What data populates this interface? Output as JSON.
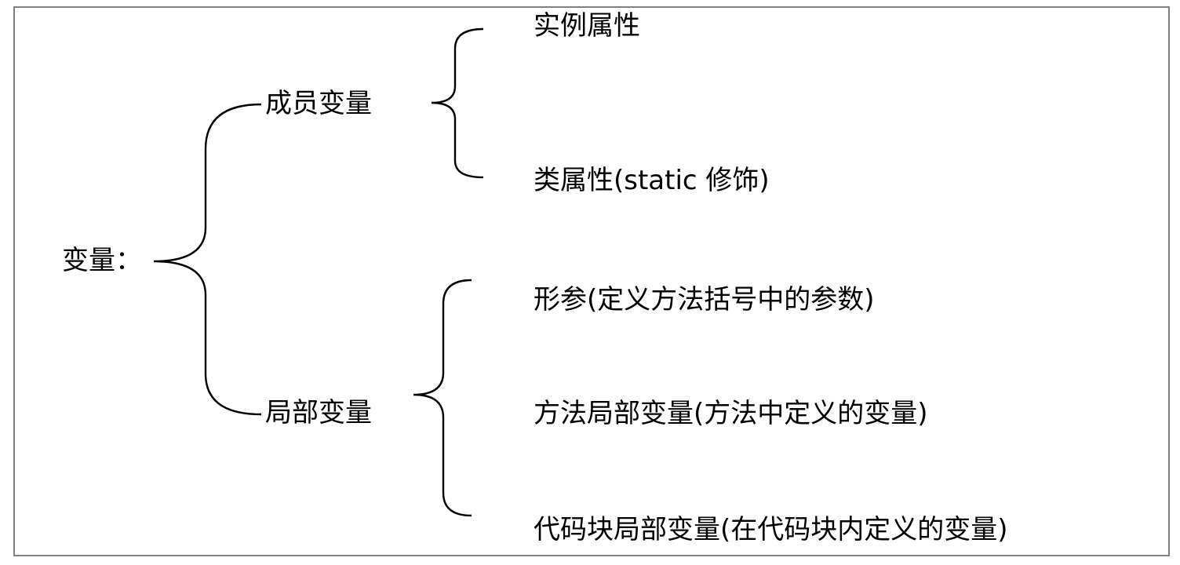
{
  "diagram": {
    "root": {
      "label": "变量："
    },
    "branches": [
      {
        "label": "成员变量",
        "children": [
          {
            "label": "实例属性"
          },
          {
            "label": "类属性(static 修饰)"
          }
        ]
      },
      {
        "label": "局部变量",
        "children": [
          {
            "label": "形参(定义方法括号中的参数)"
          },
          {
            "label": "方法局部变量(方法中定义的变量)"
          },
          {
            "label": "代码块局部变量(在代码块内定义的变量)"
          }
        ]
      }
    ]
  },
  "colors": {
    "text": "#000000",
    "brace": "#000000",
    "frame": "#808080",
    "background": "#ffffff"
  }
}
